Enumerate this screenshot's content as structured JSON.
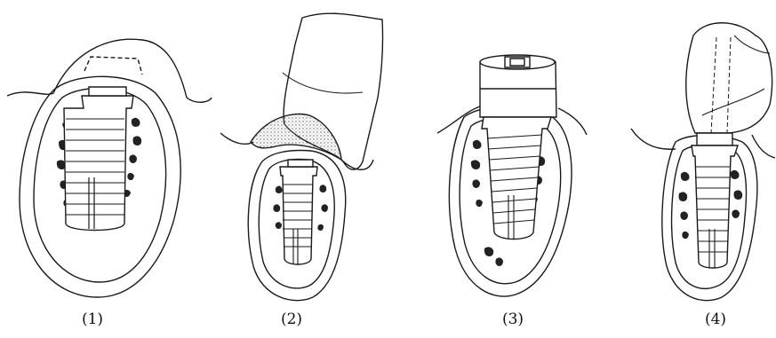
{
  "figure": {
    "panels": [
      {
        "label": "(1)"
      },
      {
        "label": "(2)"
      },
      {
        "label": "(3)"
      },
      {
        "label": "(4)"
      }
    ]
  },
  "colors": {
    "ink": "#1a1a1a",
    "bone_graft": "#222222",
    "stipple": "#bdbdbd"
  }
}
